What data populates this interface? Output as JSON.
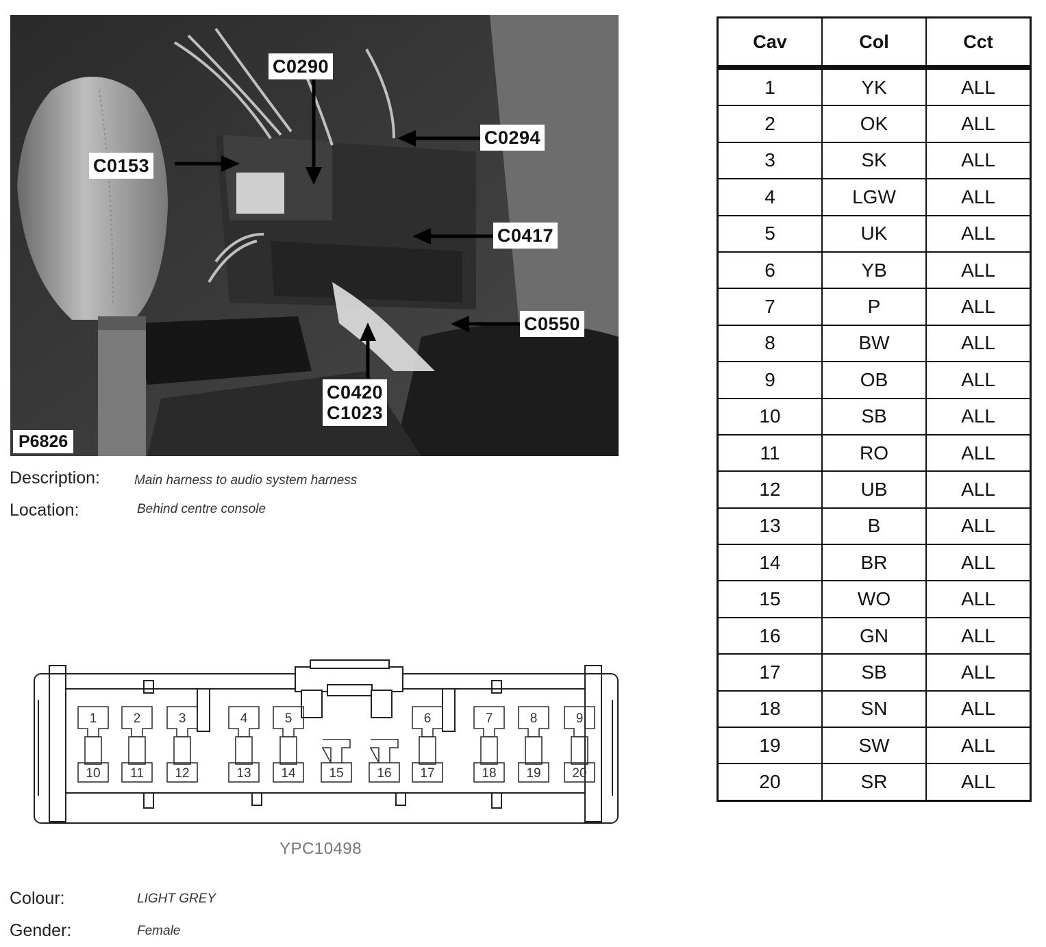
{
  "photo": {
    "figure_id": "P6826",
    "callouts": {
      "c0290": "C0290",
      "c0294": "C0294",
      "c0153": "C0153",
      "c0417": "C0417",
      "c0550": "C0550",
      "c0420_c1023": "C0420\nC1023"
    }
  },
  "info": {
    "description_label": "Description:",
    "description_value": "Main harness to audio system harness",
    "location_label": "Location:",
    "location_value": "Behind centre console",
    "colour_label": "Colour:",
    "colour_value": "LIGHT GREY",
    "gender_label": "Gender:",
    "gender_value": "Female"
  },
  "connector": {
    "part_number": "YPC10498",
    "top_pins": [
      "1",
      "2",
      "3",
      "4",
      "5",
      "6",
      "7",
      "8",
      "9"
    ],
    "bottom_pins": [
      "10",
      "11",
      "12",
      "13",
      "14",
      "15",
      "16",
      "17",
      "18",
      "19",
      "20"
    ]
  },
  "table": {
    "headers": [
      "Cav",
      "Col",
      "Cct"
    ],
    "rows": [
      [
        "1",
        "YK",
        "ALL"
      ],
      [
        "2",
        "OK",
        "ALL"
      ],
      [
        "3",
        "SK",
        "ALL"
      ],
      [
        "4",
        "LGW",
        "ALL"
      ],
      [
        "5",
        "UK",
        "ALL"
      ],
      [
        "6",
        "YB",
        "ALL"
      ],
      [
        "7",
        "P",
        "ALL"
      ],
      [
        "8",
        "BW",
        "ALL"
      ],
      [
        "9",
        "OB",
        "ALL"
      ],
      [
        "10",
        "SB",
        "ALL"
      ],
      [
        "11",
        "RO",
        "ALL"
      ],
      [
        "12",
        "UB",
        "ALL"
      ],
      [
        "13",
        "B",
        "ALL"
      ],
      [
        "14",
        "BR",
        "ALL"
      ],
      [
        "15",
        "WO",
        "ALL"
      ],
      [
        "16",
        "GN",
        "ALL"
      ],
      [
        "17",
        "SB",
        "ALL"
      ],
      [
        "18",
        "SN",
        "ALL"
      ],
      [
        "19",
        "SW",
        "ALL"
      ],
      [
        "20",
        "SR",
        "ALL"
      ]
    ]
  }
}
